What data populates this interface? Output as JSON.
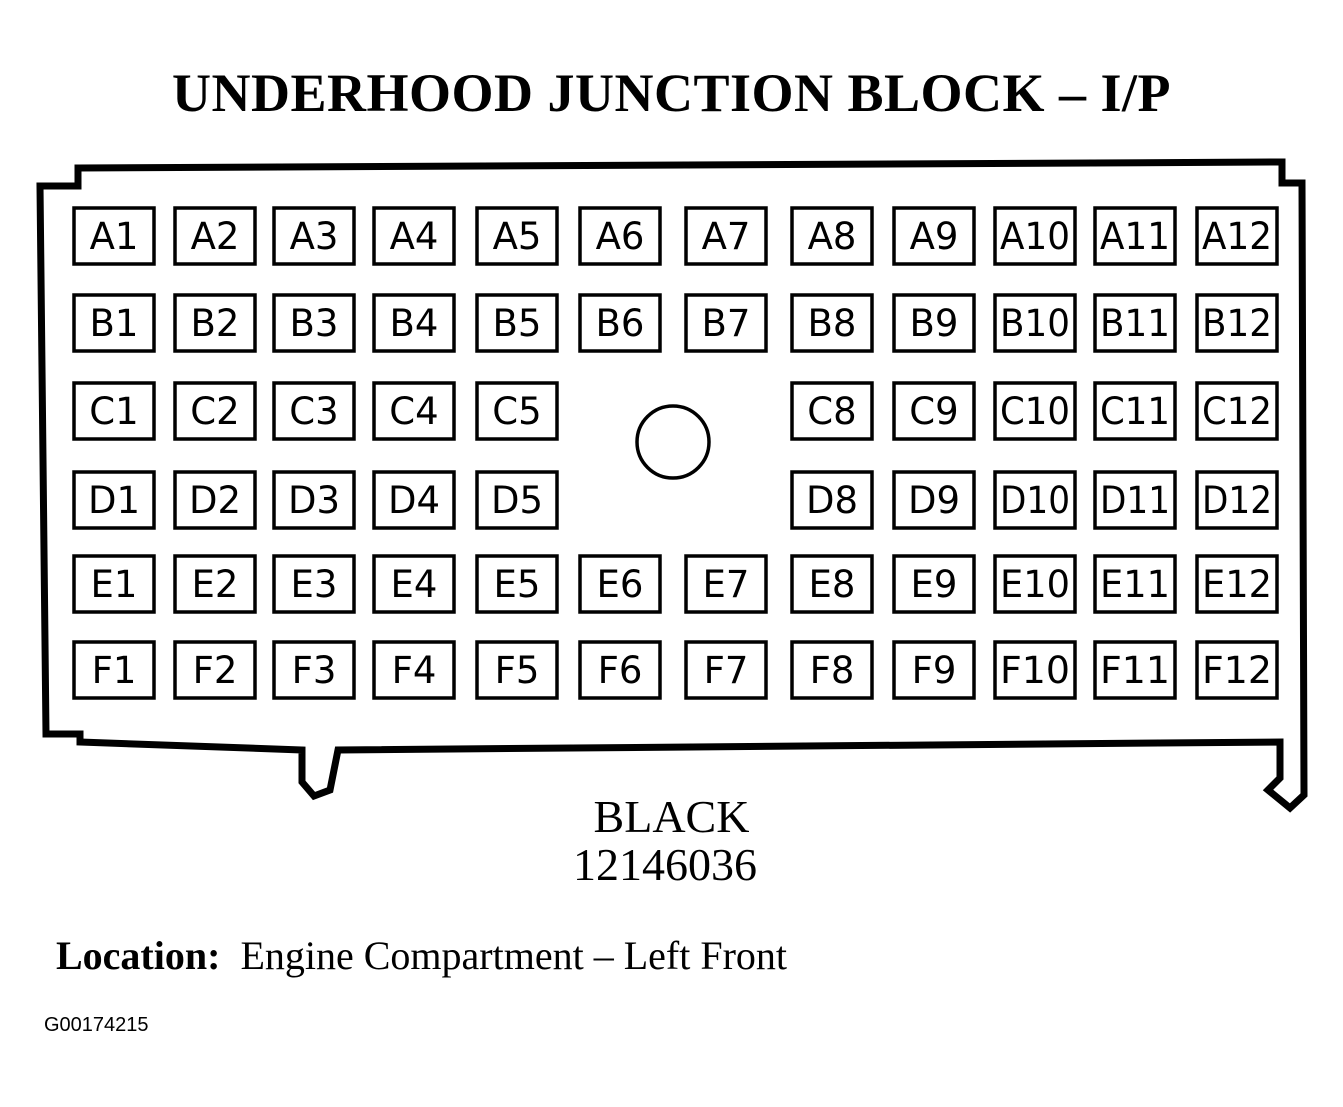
{
  "title": "UNDERHOOD JUNCTION BLOCK – I/P",
  "connector": {
    "rows": [
      [
        "A1",
        "A2",
        "A3",
        "A4",
        "A5",
        "A6",
        "A7",
        "A8",
        "A9",
        "A10",
        "A11",
        "A12"
      ],
      [
        "B1",
        "B2",
        "B3",
        "B4",
        "B5",
        "B6",
        "B7",
        "B8",
        "B9",
        "B10",
        "B11",
        "B12"
      ],
      [
        "C1",
        "C2",
        "C3",
        "C4",
        "C5",
        null,
        null,
        "C8",
        "C9",
        "C10",
        "C11",
        "C12"
      ],
      [
        "D1",
        "D2",
        "D3",
        "D4",
        "D5",
        null,
        null,
        "D8",
        "D9",
        "D10",
        "D11",
        "D12"
      ],
      [
        "E1",
        "E2",
        "E3",
        "E4",
        "E5",
        "E6",
        "E7",
        "E8",
        "E9",
        "E10",
        "E11",
        "E12"
      ],
      [
        "F1",
        "F2",
        "F3",
        "F4",
        "F5",
        "F6",
        "F7",
        "F8",
        "F9",
        "F10",
        "F11",
        "F12"
      ]
    ],
    "color": "BLACK",
    "part_number": "12146036"
  },
  "location": {
    "label": "Location:",
    "value": "Engine Compartment – Left Front"
  },
  "figure_id": "G00174215"
}
